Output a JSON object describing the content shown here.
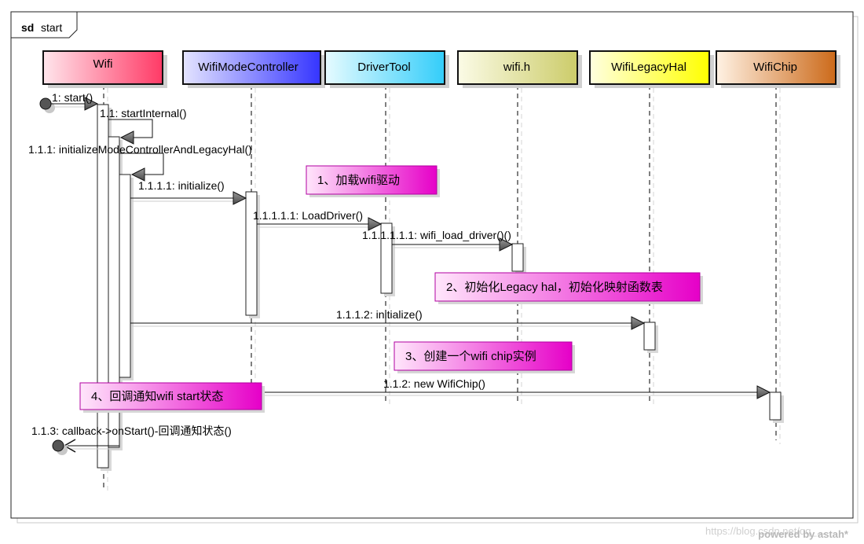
{
  "frame": {
    "keyword": "sd",
    "name": "start"
  },
  "lifelines": [
    {
      "id": "wifi",
      "title": "Wifi",
      "color_from": "#ffe6ec",
      "color_to": "#ff3a66"
    },
    {
      "id": "wmc",
      "title": "WifiModeController",
      "color_from": "#e4e4ff",
      "color_to": "#3535ff"
    },
    {
      "id": "dt",
      "title": "DriverTool",
      "color_from": "#e6fbff",
      "color_to": "#33cdfa"
    },
    {
      "id": "wh",
      "title": "wifi.h",
      "color_from": "#fbfbe6",
      "color_to": "#cccc6a"
    },
    {
      "id": "wlh",
      "title": "WifiLegacyHal",
      "color_from": "#ffffe0",
      "color_to": "#ffff00"
    },
    {
      "id": "wc",
      "title": "WifiChip",
      "color_from": "#fff2e4",
      "color_to": "#cc6a1a"
    }
  ],
  "messages": [
    {
      "id": "m1",
      "label": "1: start()"
    },
    {
      "id": "m11",
      "label": "1.1: startInternal()"
    },
    {
      "id": "m111",
      "label": "1.1.1: initializeModeControllerAndLegacyHal()"
    },
    {
      "id": "m1111",
      "label": "1.1.1.1: initialize()"
    },
    {
      "id": "m11111",
      "label": "1.1.1.1.1: LoadDriver()"
    },
    {
      "id": "m111111",
      "label": "1.1.1.1.1.1: wifi_load_driver()()"
    },
    {
      "id": "m1112",
      "label": "1.1.1.2: initialize()"
    },
    {
      "id": "m112",
      "label": "1.1.2: new WifiChip()"
    },
    {
      "id": "m113",
      "label": "1.1.3: callback->onStart()-回调通知状态()"
    }
  ],
  "notes": [
    {
      "id": "n1",
      "text": "1、加载wifi驱动"
    },
    {
      "id": "n2",
      "text": "2、初始化Legacy hal，初始化映射函数表"
    },
    {
      "id": "n3",
      "text": "3、创建一个wifi chip实例"
    },
    {
      "id": "n4",
      "text": "4、回调通知wifi start状态"
    }
  ],
  "watermark": {
    "url": "https://blog.csdn.net/qq_...",
    "brand": "powered by astah*"
  }
}
